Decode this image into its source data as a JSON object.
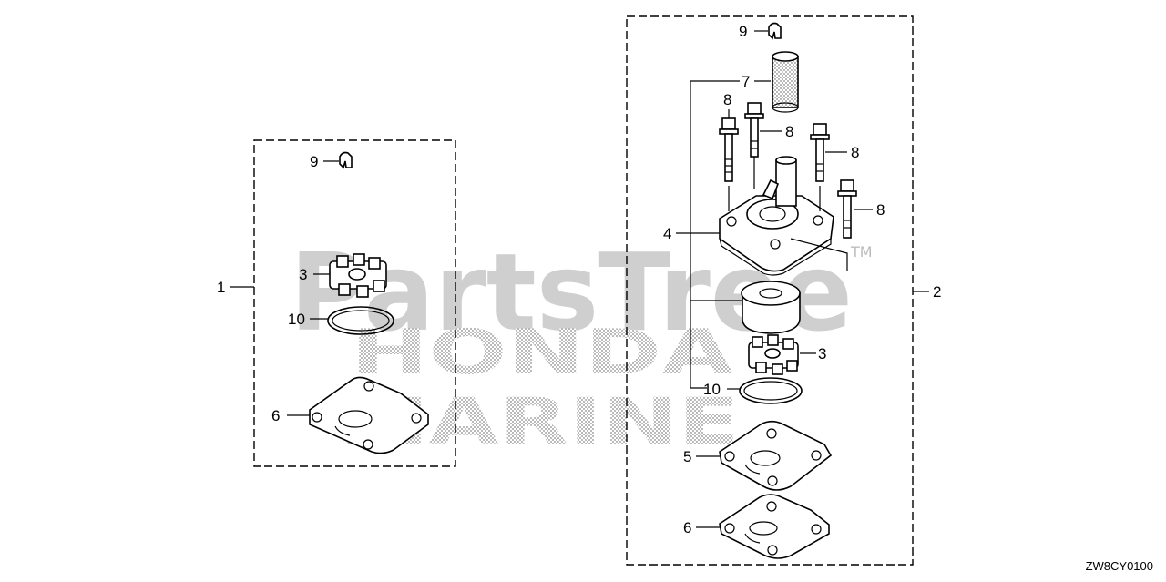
{
  "watermark": {
    "brand": "PartsTree",
    "trademark": "TM",
    "line1": "HONDA",
    "line2": "MARINE"
  },
  "diagram_code": "ZW8CY0100",
  "callouts": {
    "kit_left": "1",
    "kit_right": "2",
    "impeller": "3",
    "housing": "4",
    "plate_5": "5",
    "plate_6": "6",
    "tube": "7",
    "bolt": "8",
    "clip": "9",
    "oring": "10"
  }
}
